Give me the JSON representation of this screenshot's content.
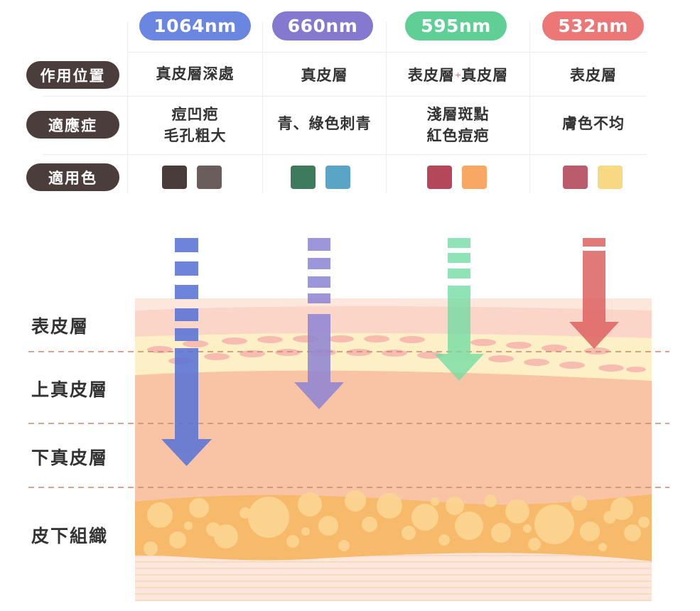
{
  "wavelengths": [
    {
      "label": "1064nm",
      "color": "#6b86e0"
    },
    {
      "label": "660nm",
      "color": "#8478cf"
    },
    {
      "label": "595nm",
      "color": "#5fcf95"
    },
    {
      "label": "532nm",
      "color": "#eb7777"
    }
  ],
  "rows": {
    "position": "作用位置",
    "indication": "適應症",
    "colors": "適用色"
  },
  "position_values": {
    "c1": "真皮層深處",
    "c2": "真皮層",
    "c3a": "表皮層",
    "c3plus": "+",
    "c3b": "真皮層",
    "c4": "表皮層"
  },
  "indication_values": {
    "c1_line1": "痘凹疤",
    "c1_line2": "毛孔粗大",
    "c2": "青、綠色刺青",
    "c3_line1": "淺層斑點",
    "c3_line2": "紅色痘疤",
    "c4": "膚色不均"
  },
  "swatch_colors": [
    [
      "#4a3c3a",
      "#6b5d5c"
    ],
    [
      "#3e7a5c",
      "#5aa5c6"
    ],
    [
      "#b5475a",
      "#f8a862"
    ],
    [
      "#bb5c6c",
      "#f7d883"
    ]
  ],
  "layers": {
    "epidermis": "表皮層",
    "upper_dermis": "上真皮層",
    "lower_dermis": "下真皮層",
    "subcutaneous": "皮下組織"
  }
}
